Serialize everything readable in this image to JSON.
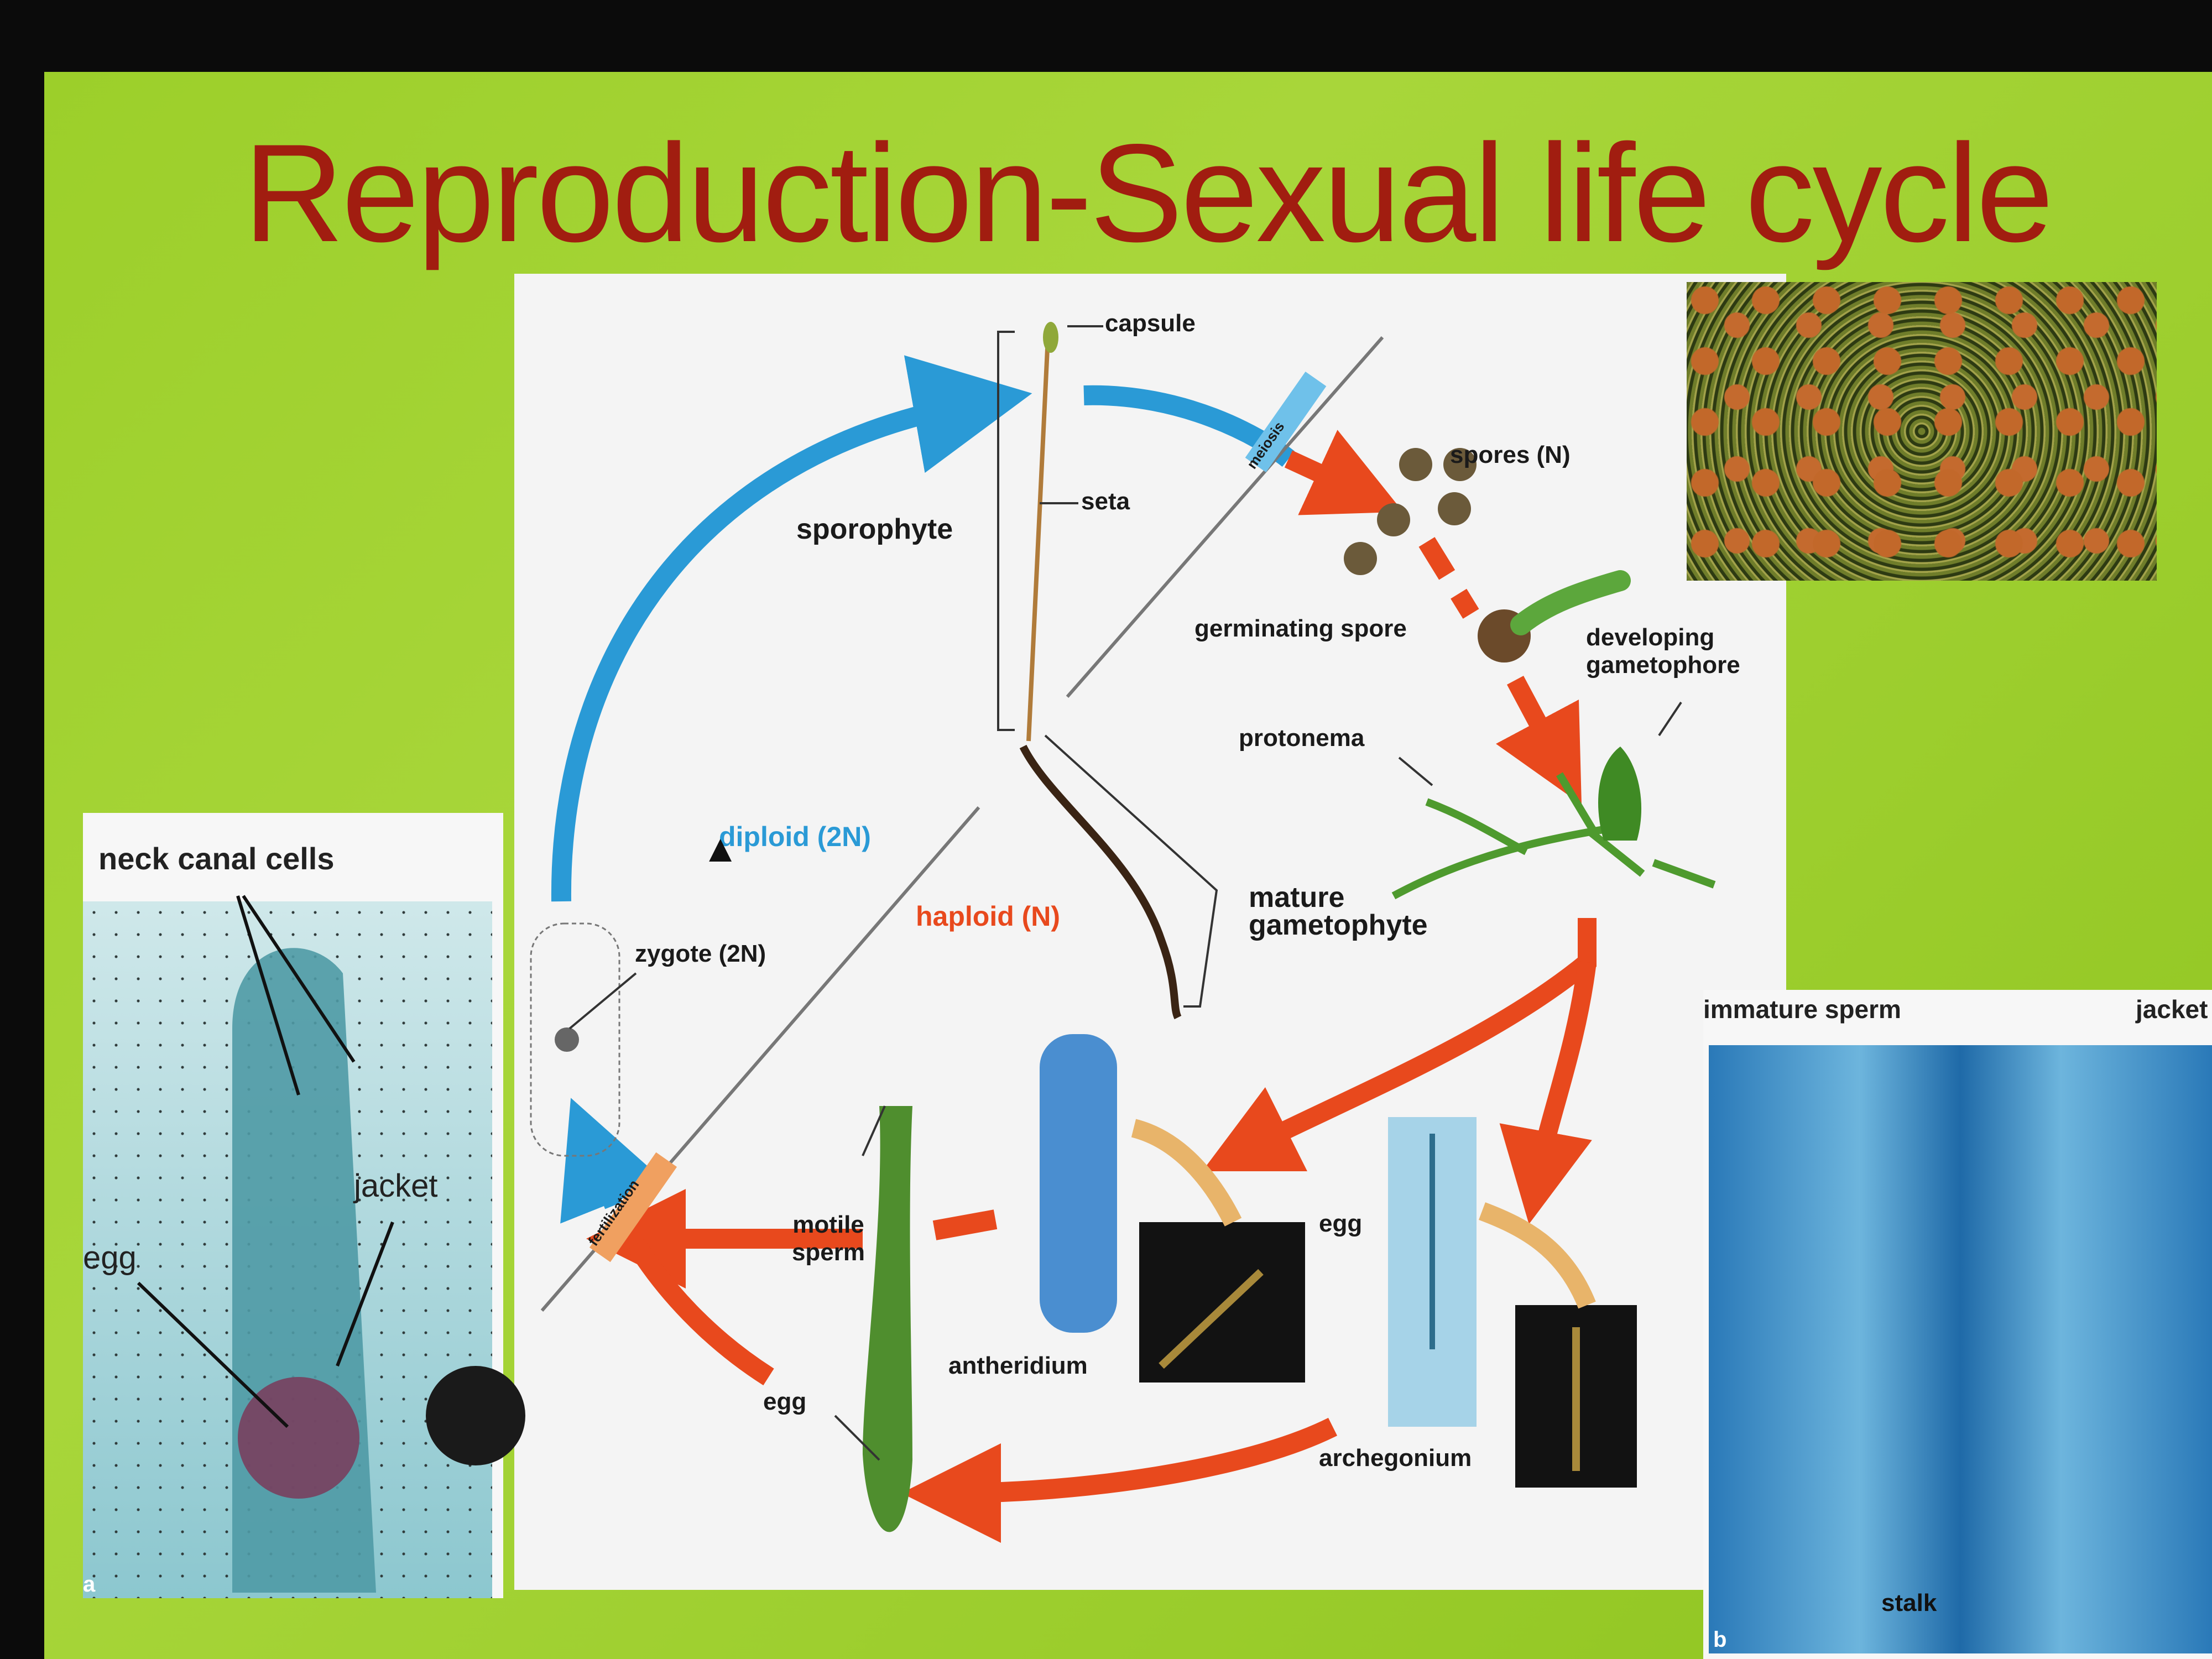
{
  "title": "Reproduction-Sexual life cycle",
  "diagram": {
    "capsule": "capsule",
    "seta": "seta",
    "sporophyte": "sporophyte",
    "meiosis": "meiosis",
    "spores": "spores (N)",
    "germinating_spore": "germinating spore",
    "developing_gametophore": "developing gametophore",
    "protonema": "protonema",
    "diploid": "diploid (2N)",
    "haploid": "haploid (N)",
    "mature_gametophyte": "mature gametophyte",
    "zygote": "zygote (2N)",
    "fertilization": "fertilization",
    "motile_sperm": "motile sperm",
    "antheridium": "antheridium",
    "egg_center": "egg",
    "egg_right": "egg",
    "archegonium": "archegonium"
  },
  "left_micrograph": {
    "neck_canal_cells": "neck canal cells",
    "jacket": "jacket",
    "egg": "egg",
    "panel_letter": "a"
  },
  "right_micrograph": {
    "immature_sperm": "immature sperm",
    "jacket": "jacket",
    "stalk": "stalk",
    "panel_letter": "b"
  },
  "colors": {
    "diploid_arrow": "#2a9ad6",
    "haploid_arrow": "#e8491d",
    "title": "#a11d10",
    "slide_bg": "#9ccf2a"
  }
}
